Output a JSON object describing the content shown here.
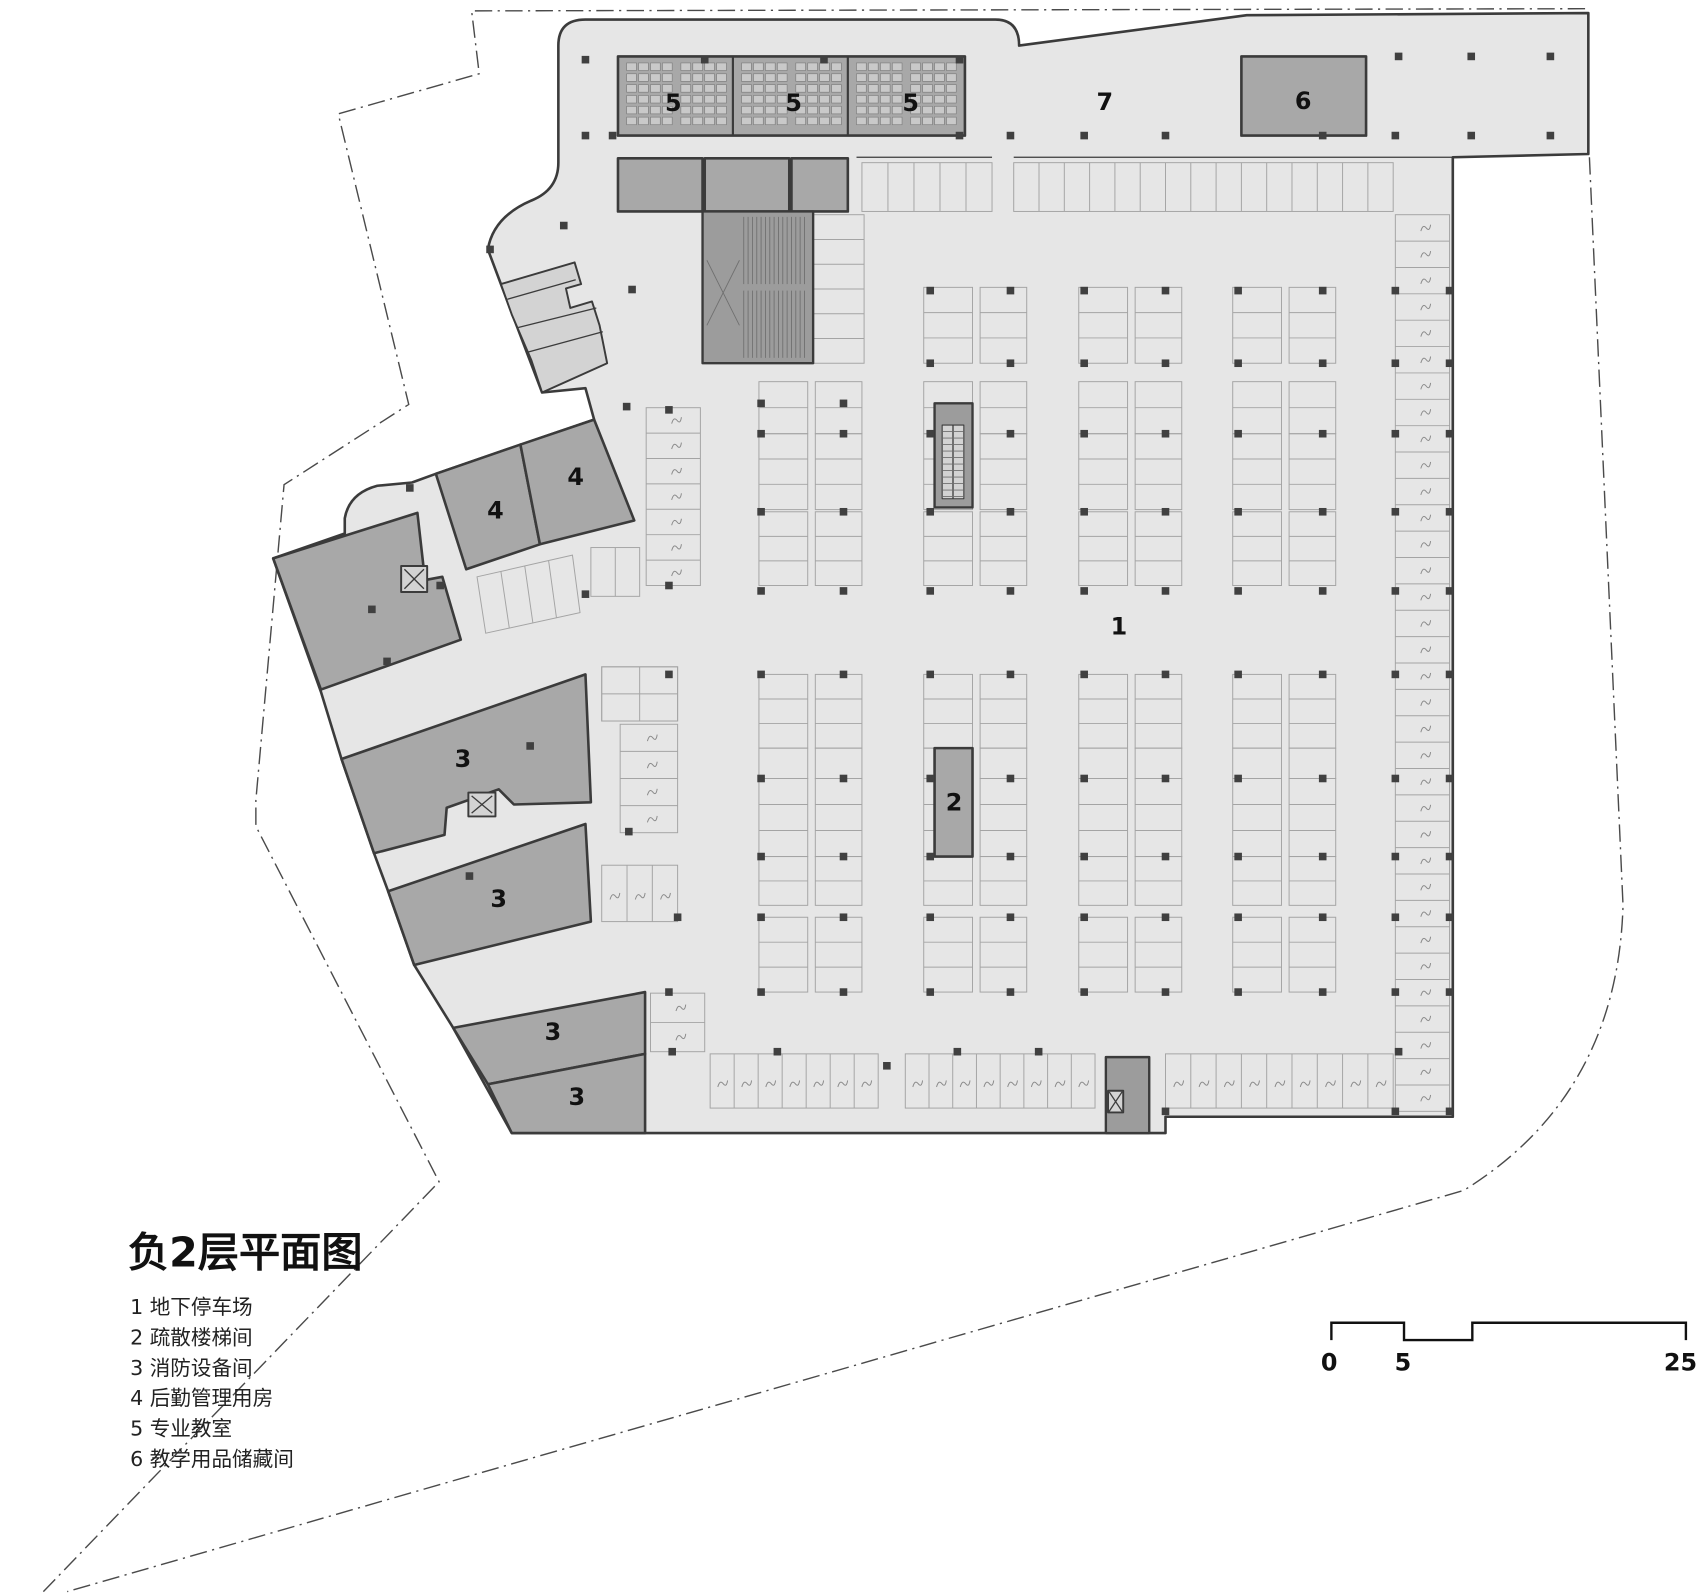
{
  "title": "负2层平面图",
  "legend": [
    "1 地下停车场",
    "2 疏散楼梯间",
    "3 消防设备间",
    "4 后勤管理用房",
    "5 专业教室",
    "6 教学用品储藏间"
  ],
  "room_labels": {
    "classroom_a": "5",
    "classroom_b": "5",
    "classroom_c": "5",
    "area_7": "7",
    "storage": "6",
    "logistics_a": "4",
    "logistics_b": "4",
    "parking": "1",
    "stair": "2",
    "fire_a": "3",
    "fire_b": "3",
    "fire_c": "3",
    "fire_d": "3"
  },
  "scale_bar": {
    "labels": [
      "0",
      "5",
      "25"
    ]
  },
  "colors": {
    "floor": "#e6e6e6",
    "room": "#a8a8a8",
    "room_dark": "#9c9c9c",
    "room_light": "#d3d3d3",
    "wall": "#3b3b3b",
    "stall_line": "#a4a4a4",
    "column": "#404040",
    "boundary": "#4a4a4a",
    "desk": "#c9c9c9",
    "text": "#111111"
  }
}
